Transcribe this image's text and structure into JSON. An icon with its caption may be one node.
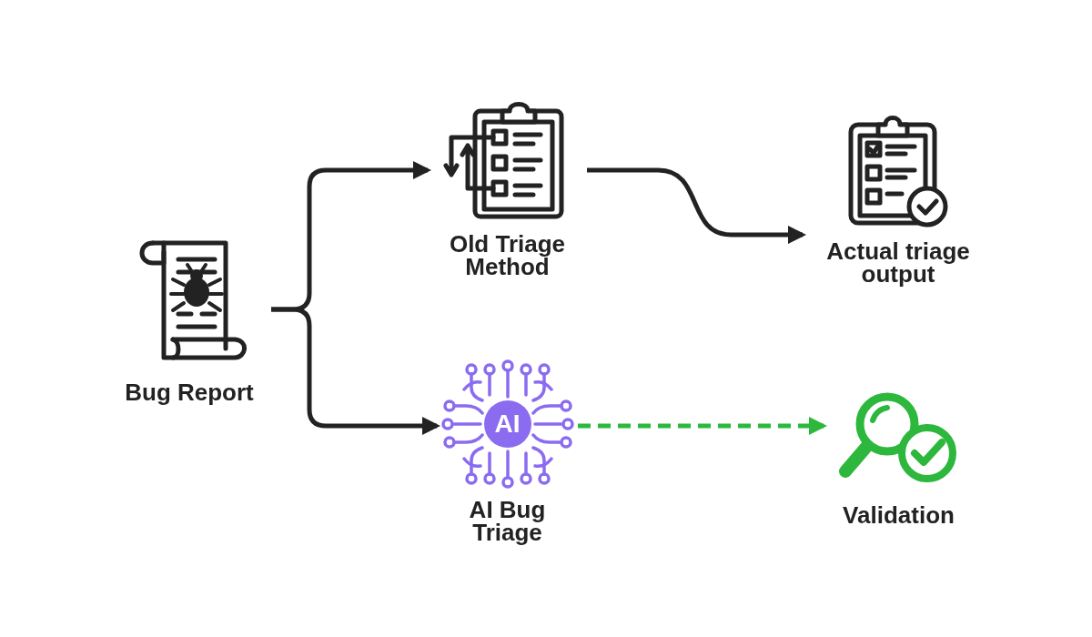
{
  "diagram": {
    "nodes": [
      {
        "text": [
          "Bug Report"
        ]
      },
      {
        "text": [
          "Old Triage Method"
        ]
      },
      {
        "text": [
          "Actual triage output"
        ]
      },
      {
        "text": [
          "AI",
          "AI Bug Triage"
        ]
      },
      {
        "text": [
          "Validation"
        ]
      }
    ],
    "edges": [
      {
        "from": 0,
        "to": 1,
        "arrow": "to"
      },
      {
        "from": 0,
        "to": 3,
        "arrow": "to"
      },
      {
        "from": 1,
        "to": 2,
        "arrow": "to"
      },
      {
        "from": 3,
        "to": 4,
        "arrow": "to",
        "style": "dashed",
        "color": "#2db83d"
      }
    ]
  }
}
